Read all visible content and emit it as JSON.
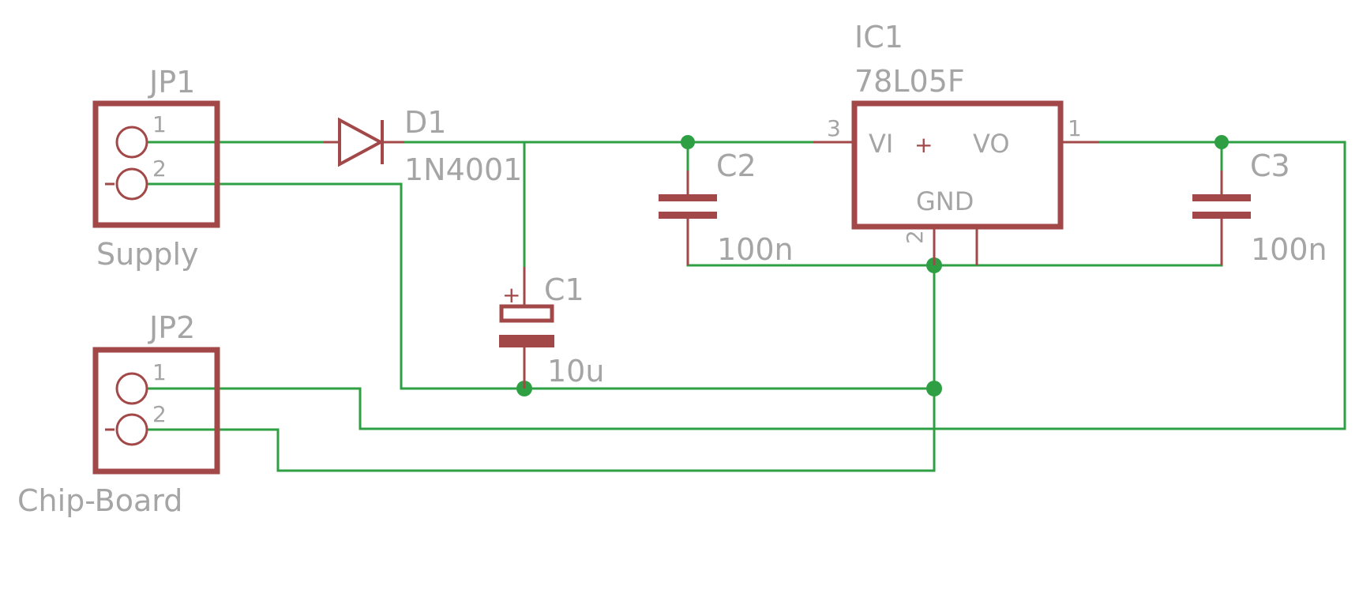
{
  "colors": {
    "wire": "#2ea043",
    "symbol": "#a34848",
    "label": "#a5a5a5",
    "background": "#ffffff"
  },
  "components": {
    "jp1": {
      "ref": "JP1",
      "value": "Supply",
      "pin1": "1",
      "pin2": "2"
    },
    "jp2": {
      "ref": "JP2",
      "value": "Chip-Board",
      "pin1": "1",
      "pin2": "2"
    },
    "d1": {
      "ref": "D1",
      "value": "1N4001"
    },
    "c1": {
      "ref": "C1",
      "value": "10u",
      "polarity": "+"
    },
    "c2": {
      "ref": "C2",
      "value": "100n"
    },
    "c3": {
      "ref": "C3",
      "value": "100n"
    },
    "ic1": {
      "ref": "IC1",
      "value": "78L05F",
      "pin_vi": "VI",
      "pin_vo": "VO",
      "pin_gnd": "GND",
      "pin_in_num": "3",
      "pin_out_num": "1",
      "pin_gnd_num": "2"
    }
  }
}
